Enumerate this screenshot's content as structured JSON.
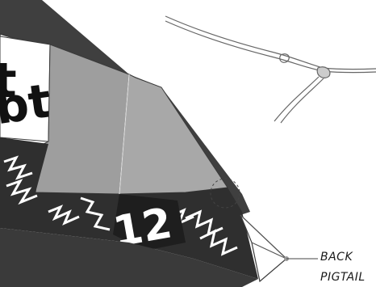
{
  "callout": {
    "line1": "BACK",
    "line2": "PIGTAIL"
  },
  "kite_panel": {
    "number": "12",
    "logo_fragment_1": "t",
    "logo_fragment_2": "bt"
  },
  "colors": {
    "kite_outline": "#3a3a3a",
    "panel_gray": "#9b9b9b",
    "panel_white": "#ffffff",
    "leading_edge": "#4a4a4a",
    "pigtail_line": "#888888"
  }
}
